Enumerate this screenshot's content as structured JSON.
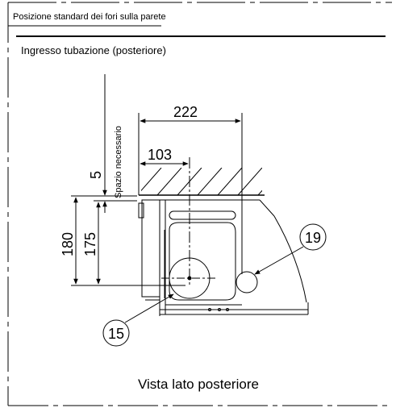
{
  "header": {
    "title": "Posizione standard dei fori sulla parete",
    "subtitle": "Ingresso tubazione (posteriore)"
  },
  "dimensions": {
    "width_total": "222",
    "width_partial": "103",
    "gap": "5",
    "height_total": "180",
    "height_partial": "175"
  },
  "labels": {
    "required_space": "Spazio necessario",
    "hole_right": "19",
    "hole_left": "15",
    "view_caption": "Vista lato posteriore"
  }
}
